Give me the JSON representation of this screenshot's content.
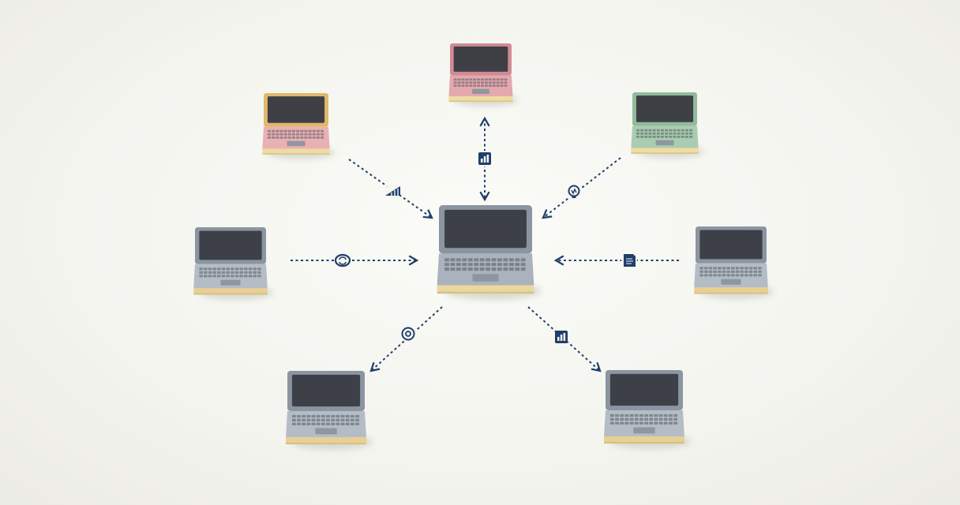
{
  "diagram": {
    "hub": {
      "name": "center-laptop",
      "body_color": "#a9b2bd",
      "bezel_color": "#8b95a1",
      "screen_color": "#3d4147",
      "base_color": "#e9d79f"
    },
    "nodes": [
      {
        "name": "laptop-top",
        "body_color": "#e4a8ae",
        "bezel_color": "#d28b93",
        "screen_color": "#3f4046",
        "base_color": "#efdca2",
        "link": "bidirectional",
        "icon": "bar-chart-icon"
      },
      {
        "name": "laptop-top-left",
        "body_color": "#e9b1b3",
        "bezel_color": "#e2b86a",
        "screen_color": "#3f4046",
        "base_color": "#efdca2",
        "link": "to-hub",
        "icon": "signal-icon"
      },
      {
        "name": "laptop-top-right",
        "body_color": "#a9cdb0",
        "bezel_color": "#92bb9c",
        "screen_color": "#3f4046",
        "base_color": "#efdca2",
        "link": "to-hub",
        "icon": "lightbulb-icon"
      },
      {
        "name": "laptop-left",
        "body_color": "#b4bcc6",
        "bezel_color": "#8b95a1",
        "screen_color": "#3d4147",
        "base_color": "#e9cf92",
        "link": "to-hub",
        "icon": "sync-icon"
      },
      {
        "name": "laptop-right",
        "body_color": "#b4bcc6",
        "bezel_color": "#8b95a1",
        "screen_color": "#3d4147",
        "base_color": "#e9cf92",
        "link": "to-hub",
        "icon": "document-icon"
      },
      {
        "name": "laptop-bottom-left",
        "body_color": "#b4bcc6",
        "bezel_color": "#8b95a1",
        "screen_color": "#3d4147",
        "base_color": "#e9cf92",
        "link": "from-hub",
        "icon": "at-sign-icon"
      },
      {
        "name": "laptop-bottom-right",
        "body_color": "#b4bcc6",
        "bezel_color": "#8b95a1",
        "screen_color": "#3d4147",
        "base_color": "#e9cf92",
        "link": "from-hub",
        "icon": "bar-chart-icon"
      }
    ],
    "link_color": "#1f3f6b"
  }
}
